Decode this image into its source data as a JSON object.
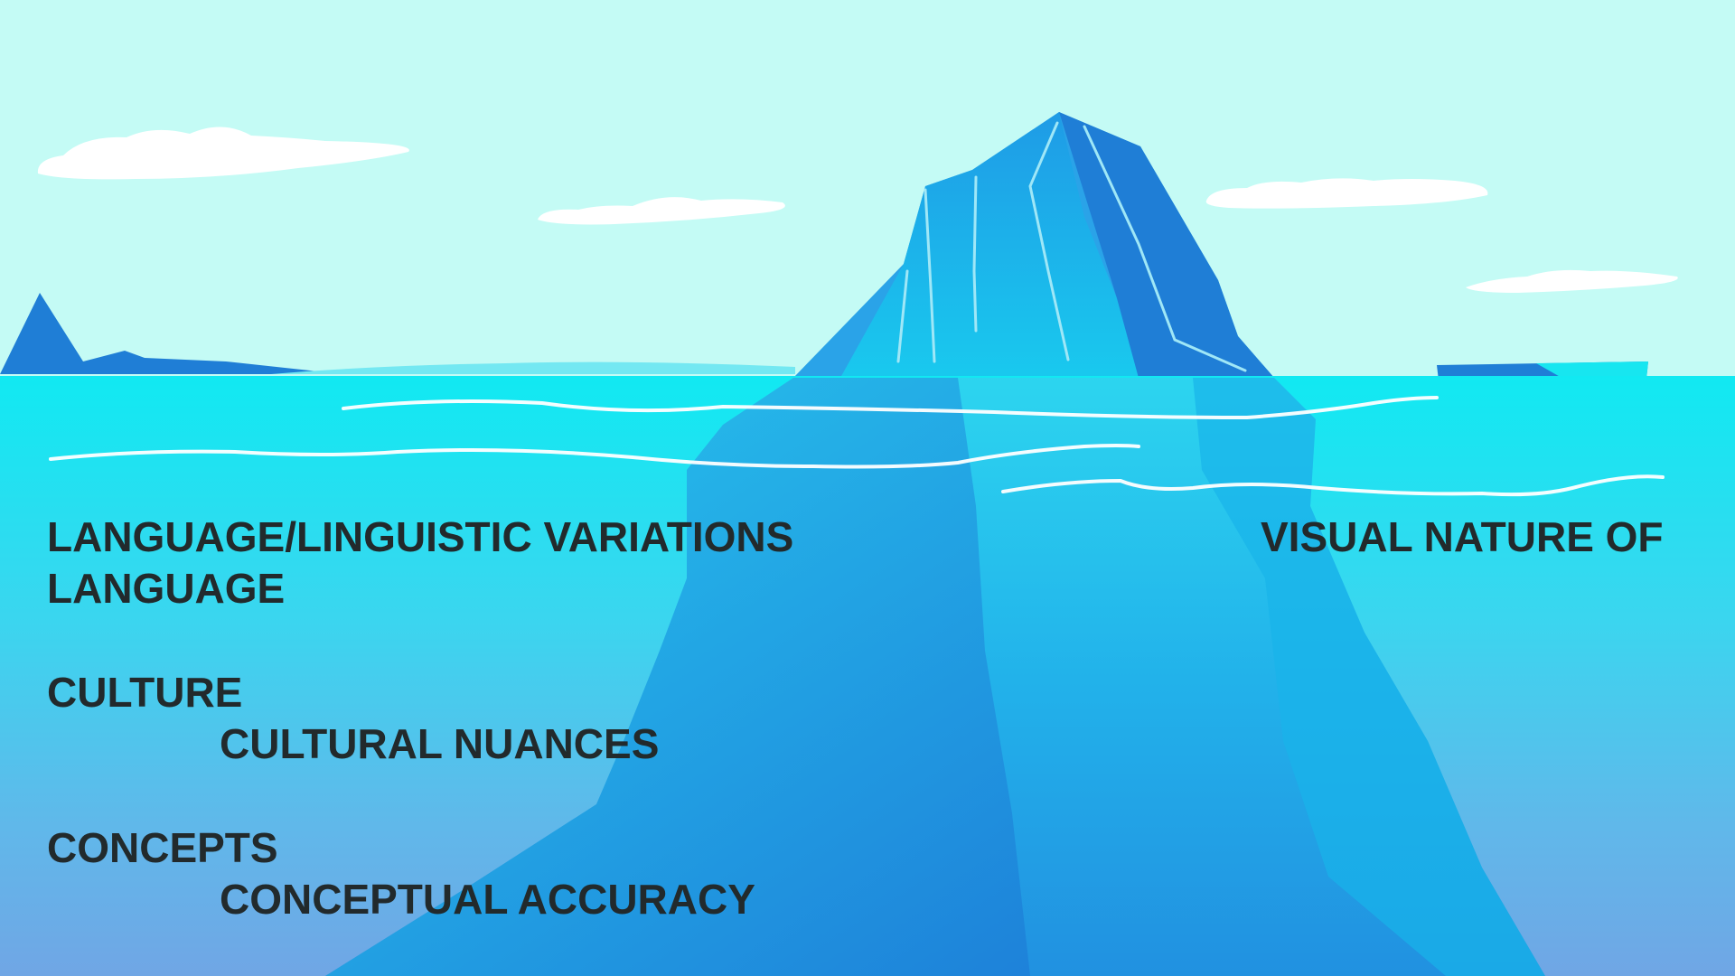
{
  "slide": {
    "left_text": {
      "line1": "LANGUAGE/LINGUISTIC VARIATIONS",
      "line2": "LANGUAGE",
      "culture": "CULTURE",
      "cultural_nuances": "CULTURAL NUANCES",
      "concepts": "CONCEPTS",
      "conceptual_accuracy": "CONCEPTUAL ACCURACY"
    },
    "right_text": "VISUAL NATURE OF"
  },
  "colors": {
    "sky": "#c4fbf5",
    "water_top": "#13e6f0",
    "water_bottom": "#6fa8e6",
    "iceberg_dark": "#1f7ed6",
    "iceberg_light": "#22c4ec",
    "text": "#222a2c"
  }
}
